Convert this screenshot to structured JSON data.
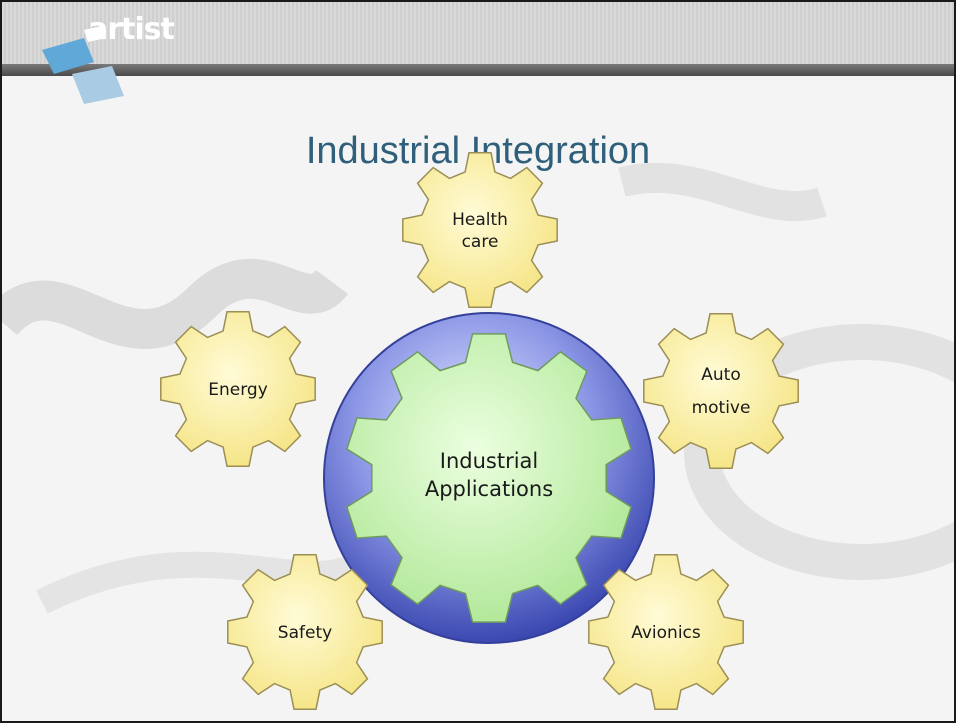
{
  "logo": {
    "text": "artist"
  },
  "slide": {
    "title": "Industrial Integration"
  },
  "diagram": {
    "center": {
      "lines": [
        "Industrial",
        "Applications"
      ]
    },
    "gears": [
      {
        "key": "health",
        "lines": [
          "Health",
          "care"
        ]
      },
      {
        "key": "energy",
        "lines": [
          "Energy"
        ]
      },
      {
        "key": "automotive",
        "lines": [
          "Auto",
          "motive"
        ]
      },
      {
        "key": "safety",
        "lines": [
          "Safety"
        ]
      },
      {
        "key": "avionics",
        "lines": [
          "Avionics"
        ]
      }
    ]
  },
  "colors": {
    "gear_fill": "#fbf2a6",
    "gear_stroke": "#9c8f55",
    "center_gear_fill": "#c9f4b4",
    "circle_edge": "#3f4fb5",
    "title": "#2f5f7a"
  }
}
